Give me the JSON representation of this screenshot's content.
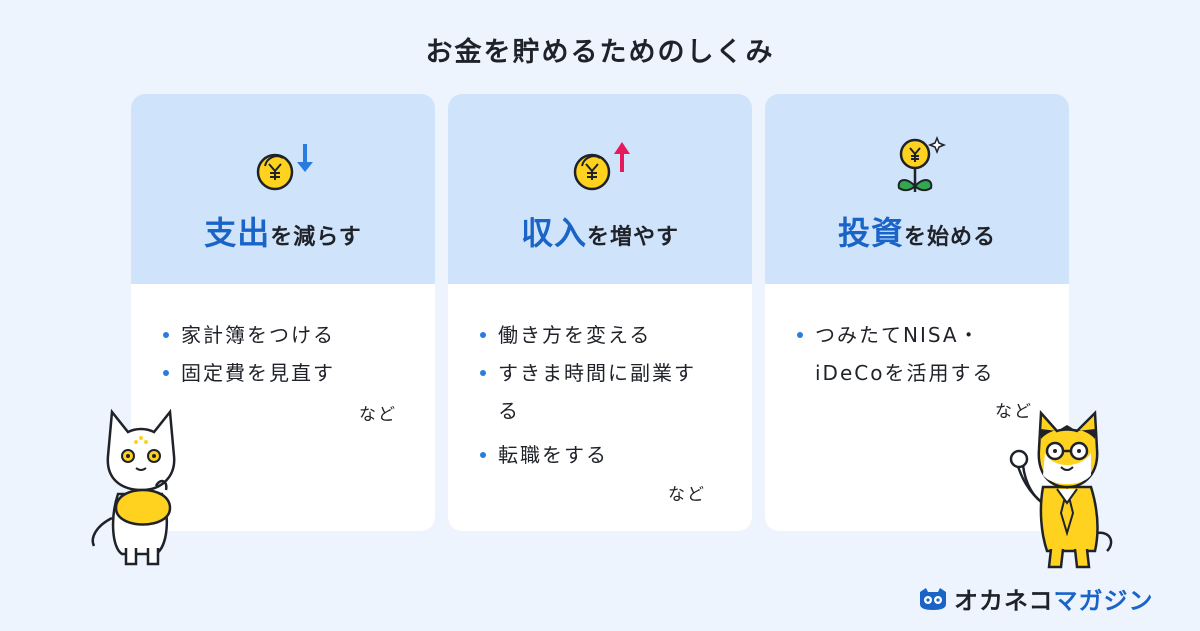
{
  "title": "お金を貯めるためのしくみ",
  "colors": {
    "accent_blue": "#1a64c8",
    "header_blue": "#cfe3fa",
    "bullet_blue": "#2a7be0",
    "coin_yellow": "#ffd21f",
    "arrow_down": "#2a7be0",
    "arrow_up": "#e6195a",
    "leaf_green": "#2fa84f"
  },
  "cards": [
    {
      "icon": "coin-arrow-down-icon",
      "title_big": "支出",
      "title_small": "を減らす",
      "items": [
        "家計簿をつける",
        "固定費を見直す"
      ],
      "note": "など"
    },
    {
      "icon": "coin-arrow-up-icon",
      "title_big": "収入",
      "title_small": "を増やす",
      "items": [
        "働き方を変える",
        "すきま時間に副業する",
        "転職をする"
      ],
      "note": "など"
    },
    {
      "icon": "coin-flower-icon",
      "title_big": "投資",
      "title_small": "を始める",
      "items": [
        "つみたてNISA・iDeCoを活用する"
      ],
      "note": "など"
    }
  ],
  "logo": {
    "part1": "オカネコ",
    "part2": "マガジン"
  }
}
